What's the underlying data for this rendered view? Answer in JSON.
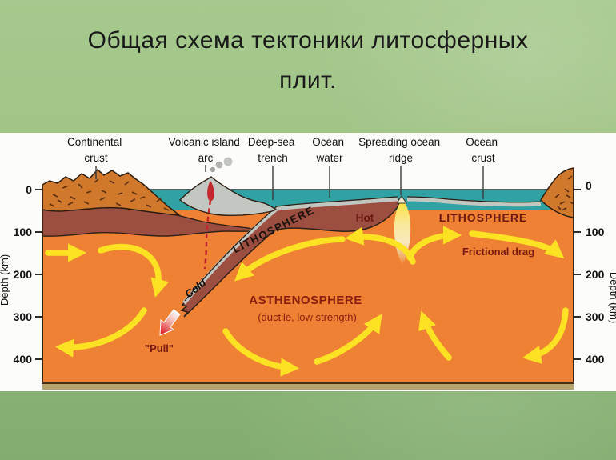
{
  "slide": {
    "title": {
      "line1": "Общая схема тектоники литосферных",
      "line2": "плит."
    }
  },
  "diagram": {
    "surface_labels": [
      {
        "line1": "Continental",
        "line2": "crust"
      },
      {
        "line1": "Volcanic island",
        "line2": "arc"
      },
      {
        "line1": "Deep-sea",
        "line2": "trench"
      },
      {
        "line1": "Ocean",
        "line2": "water"
      },
      {
        "line1": "Spreading ocean",
        "line2": "ridge"
      },
      {
        "line1": "Ocean",
        "line2": "crust"
      }
    ],
    "depth_axis": {
      "title": "Depth (km)",
      "ticks": [
        "0",
        "100",
        "200",
        "300",
        "400"
      ]
    },
    "labels": {
      "lithosphere_slab": "LITHOSPHERE",
      "lithosphere_plate": "LITHOSPHERE",
      "asthenosphere": "ASTHENOSPHERE",
      "asthenosphere_note": "(ductile, low strength)",
      "hot": "Hot",
      "cold": "Cold",
      "pull": "\"Pull\"",
      "frictional_drag": "Frictional drag"
    },
    "colors": {
      "asthenosphere": "#ee8133",
      "lithosphere": "#9c4e41",
      "ocean_water": "#31a2a3",
      "oceanic_crust": "#c3c7c1",
      "continental_crust": "#d0782b",
      "convection_arrow": "#fde224",
      "mantle_plume": "#f8edc6",
      "pull_arrow": "#dd1f26",
      "red_label": "#7a1b12",
      "slide_background": "#9cc383"
    }
  }
}
